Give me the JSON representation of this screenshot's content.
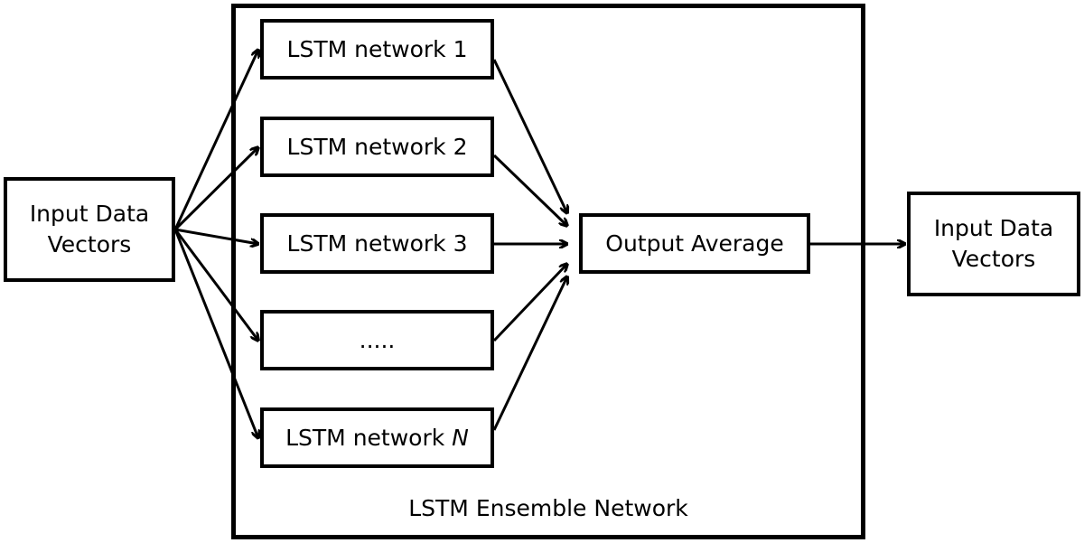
{
  "input": {
    "label": "Input Data\nVectors"
  },
  "ensemble": {
    "label": "LSTM Ensemble Network"
  },
  "networks": [
    {
      "prefix": "LSTM network ",
      "suffix": "1"
    },
    {
      "prefix": "LSTM network ",
      "suffix": "2"
    },
    {
      "prefix": "LSTM network ",
      "suffix": "3"
    },
    {
      "prefix": ".....",
      "suffix": ""
    },
    {
      "prefix": "LSTM network ",
      "suffix": "N"
    }
  ],
  "average": {
    "label": "Output Average"
  },
  "output": {
    "label": "Input Data\nVectors"
  }
}
